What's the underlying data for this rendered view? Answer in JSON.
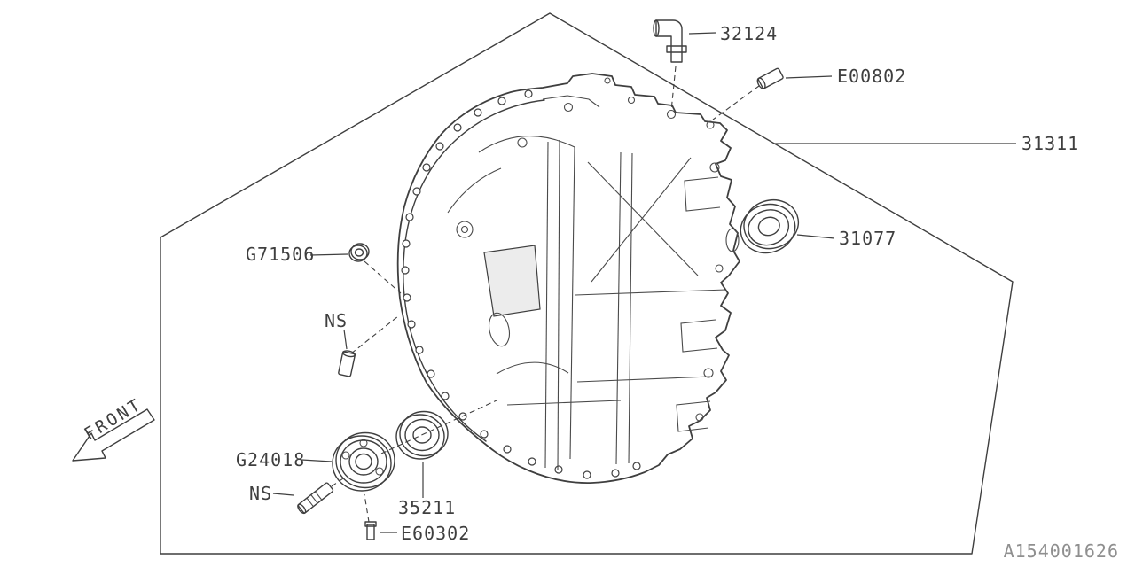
{
  "colors": {
    "line": "#3f3f3f",
    "label": "#3f3f3f",
    "watermark": "#8f8f8f",
    "background": "#ffffff"
  },
  "labels": {
    "l32124": "32124",
    "e00802": "E00802",
    "l31311": "31311",
    "l31077": "31077",
    "g71506": "G71506",
    "ns_upper": "NS",
    "g24018": "G24018",
    "ns_lower": "NS",
    "l35211": "35211",
    "e60302": "E60302"
  },
  "front_label": "FRONT",
  "diagram_id": "A154001626"
}
